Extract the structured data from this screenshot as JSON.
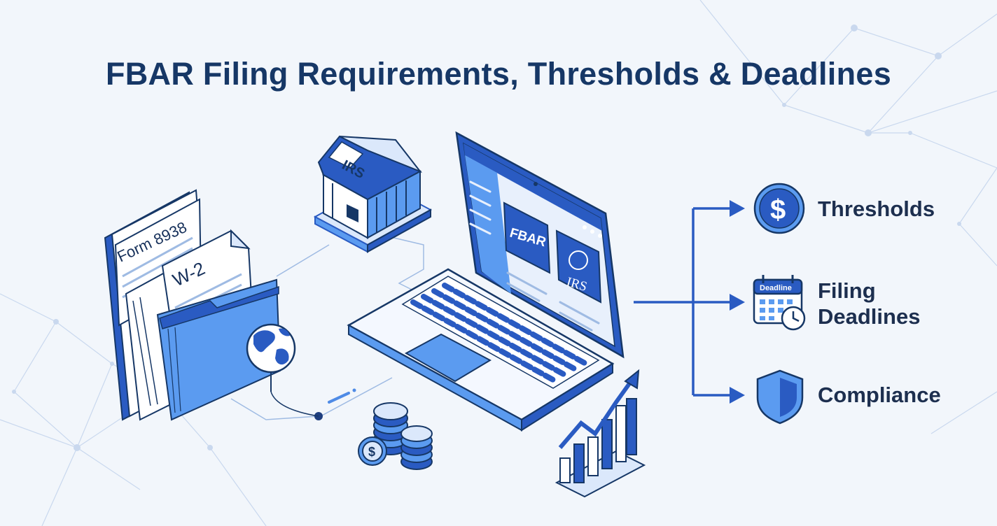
{
  "header": {
    "title": "FBAR Filing Requirements, Thresholds & Deadlines"
  },
  "illustration": {
    "bank_sign": "IRS",
    "form_1_label": "Form 8938",
    "form_2_label": "W-2",
    "screen_card_left": "FBAR",
    "screen_card_right": "IRS",
    "calendar_label": "Deadline",
    "dollar_symbol": "$"
  },
  "outputs": [
    {
      "label": "Thresholds",
      "icon": "dollar-coin-icon"
    },
    {
      "label_line1": "Filing",
      "label_line2": "Deadlines",
      "icon": "calendar-clock-icon"
    },
    {
      "label": "Compliance",
      "icon": "shield-icon"
    }
  ],
  "colors": {
    "background": "#f2f6fb",
    "primary": "#2a5bc2",
    "dark": "#163766",
    "light_blue": "#5b9bf0",
    "pale_blue": "#dbe8fb"
  }
}
